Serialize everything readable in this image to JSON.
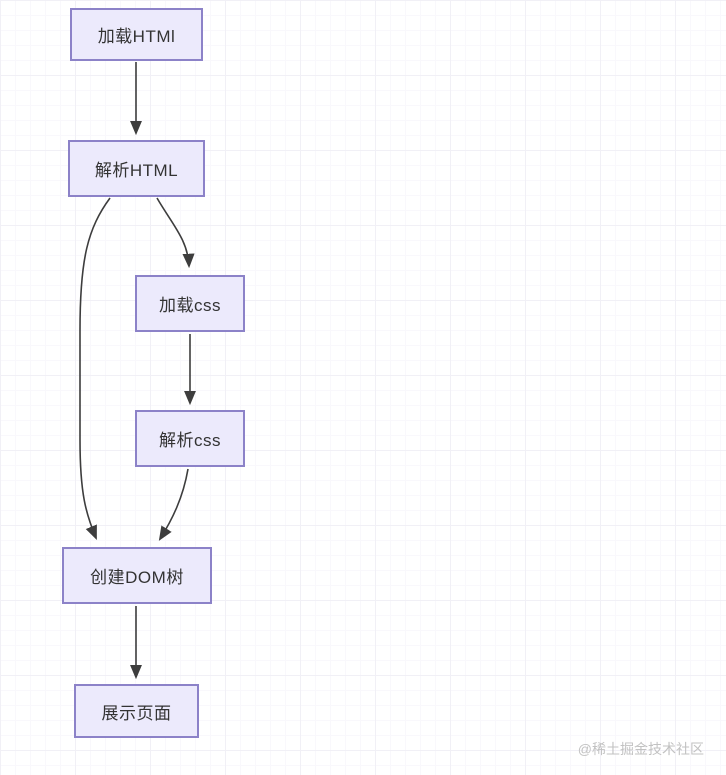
{
  "diagram": {
    "description": "Browser rendering process flowchart",
    "nodes": [
      {
        "id": "load-html",
        "label": "加载HTMl"
      },
      {
        "id": "parse-html",
        "label": "解析HTML"
      },
      {
        "id": "load-css",
        "label": "加载css"
      },
      {
        "id": "parse-css",
        "label": "解析css"
      },
      {
        "id": "create-dom-tree",
        "label": "创建DOM树"
      },
      {
        "id": "display-page",
        "label": "展示页面"
      }
    ],
    "edges": [
      {
        "from": "load-html",
        "to": "parse-html"
      },
      {
        "from": "parse-html",
        "to": "load-css"
      },
      {
        "from": "parse-html",
        "to": "create-dom-tree"
      },
      {
        "from": "load-css",
        "to": "parse-css"
      },
      {
        "from": "parse-css",
        "to": "create-dom-tree"
      },
      {
        "from": "create-dom-tree",
        "to": "display-page"
      }
    ],
    "colors": {
      "node_fill": "#ECEAFC",
      "node_border": "#8C82C8",
      "node_text": "#333333",
      "arrow": "#3D3D3D",
      "grid_line": "#F1F0F6",
      "background": "#FFFFFF",
      "watermark_text_color": "#C2C2C2"
    }
  },
  "watermark": {
    "text": "@稀土掘金技术社区"
  }
}
